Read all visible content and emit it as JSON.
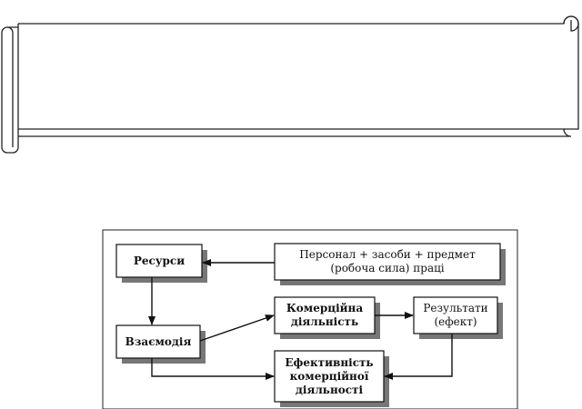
{
  "diagram": {
    "nodes": {
      "resources": "Ресурси",
      "personnel": "Персонал + засоби + предмет\n(робоча сила) праці",
      "interaction": "Взаємодія",
      "commercial": "Комерційна\nдіяльність",
      "results": "Результати\n(ефект)",
      "efficiency": "Ефективність\nкомерційної\nдіяльності"
    }
  }
}
